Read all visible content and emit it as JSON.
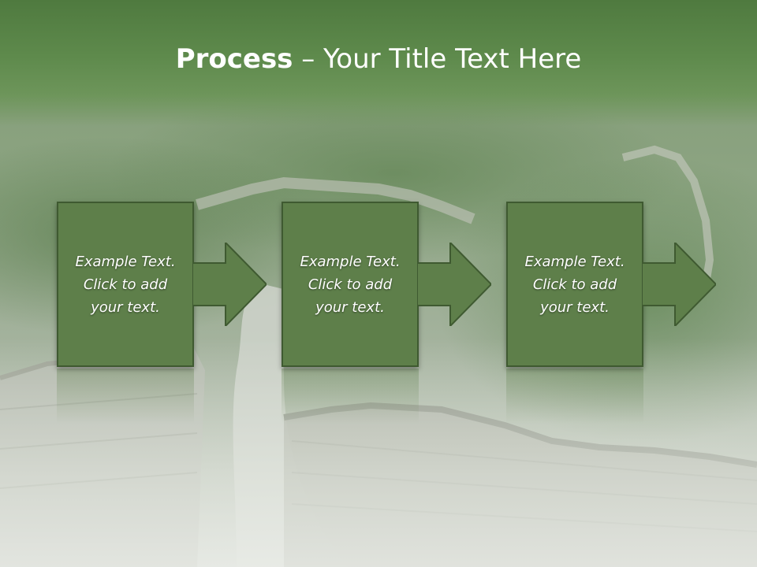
{
  "slide": {
    "title_bold": "Process",
    "title_rest": " – Your Title Text Here"
  },
  "steps": [
    {
      "text": "Example Text.\nClick  to add\nyour text."
    },
    {
      "text": "Example Text.\nClick  to add\nyour text."
    },
    {
      "text": "Example Text.\nClick  to add\nyour text."
    }
  ],
  "colors": {
    "header": "#5e8a4c",
    "box_fill": "#5e7f4a",
    "box_border": "#3f5a31",
    "text": "#ffffff"
  }
}
